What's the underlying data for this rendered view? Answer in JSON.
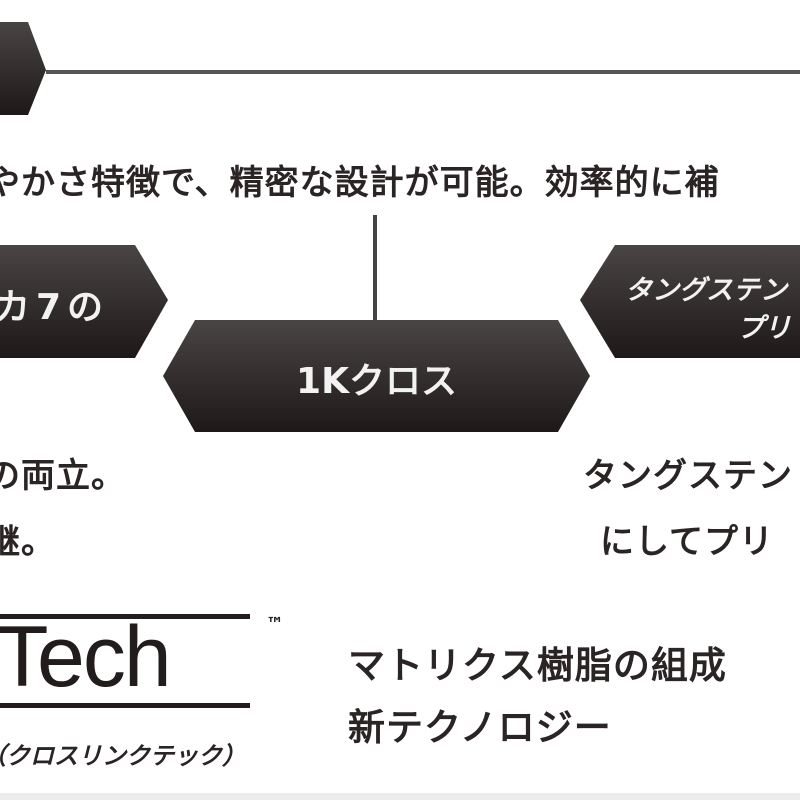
{
  "top_description": "やかさ特徴で、精密な設計が可能。効率的に補",
  "boxes": [
    {
      "label": "カ7の"
    },
    {
      "label": "1Kクロス"
    },
    {
      "label_line1": "タングステン",
      "label_line2": "プリ"
    }
  ],
  "left_text": {
    "line1": "の両立。",
    "line2": "継。"
  },
  "right_text": {
    "line1": "タングステン",
    "line2": "にしてプリ"
  },
  "logo": {
    "name": "Tech",
    "tm": "™",
    "reading": "（クロスリンクテック）"
  },
  "logo_description": {
    "line1": "マトリクス樹脂の組成",
    "line2": "新テクノロジー"
  },
  "colors": {
    "box_dark": "#231c1c",
    "box_light": "#4a4545",
    "line": "#555555"
  }
}
